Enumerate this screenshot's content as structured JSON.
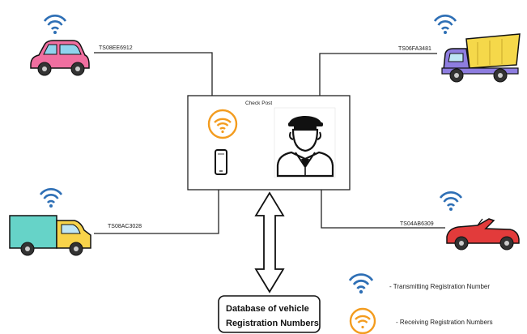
{
  "vehicles": [
    {
      "kind": "car",
      "registration": "TS08EE6912",
      "icon": "car-icon",
      "color": "#f06fa0"
    },
    {
      "kind": "dump-truck",
      "registration": "TS06FA3481",
      "icon": "dump-truck-icon",
      "color": "#f5d84a"
    },
    {
      "kind": "delivery-truck",
      "registration": "TS08AC3028",
      "icon": "delivery-truck-icon",
      "color": "#66d3c8"
    },
    {
      "kind": "convertible",
      "registration": "TS04AB6309",
      "icon": "convertible-car-icon",
      "color": "#e23b3b"
    }
  ],
  "check_post": {
    "label": "Check Post",
    "officer_icon": "police-officer-icon",
    "receiver_icon": "wifi-receive-icon",
    "phone_icon": "smartphone-icon"
  },
  "database": {
    "line1": "Database of vehicle",
    "line2": "Registration  Numbers"
  },
  "legend": {
    "transmitting": "- Transmitting Registration Number",
    "receiving": "- Receiving Registration Numbers"
  },
  "colors": {
    "transmit_blue": "#2e6fb5",
    "receive_orange": "#f39c1f",
    "line": "#222222"
  }
}
